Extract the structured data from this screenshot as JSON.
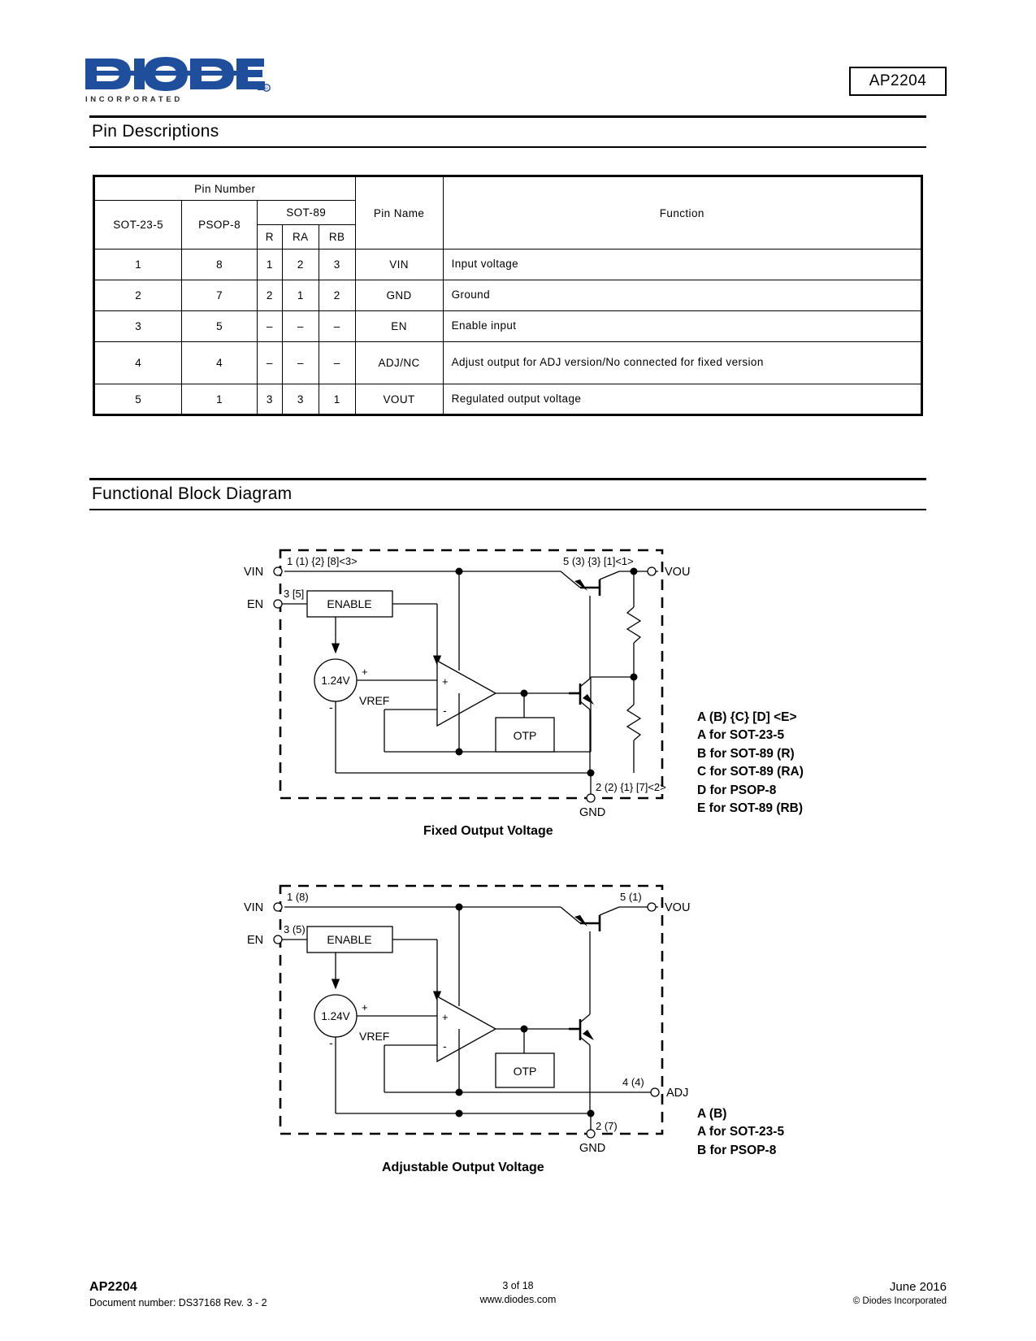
{
  "header": {
    "logo_text": "DIODES",
    "logo_sub": "I N C O R P O R A T E D",
    "part_number": "AP2204"
  },
  "sections": {
    "pin_descriptions_title": "Pin Descriptions",
    "functional_block_title": "Functional Block Diagram"
  },
  "pin_table": {
    "group_header": "Pin Number",
    "columns": {
      "sot235": "SOT-23-5",
      "psop8": "PSOP-8",
      "sot89": "SOT-89",
      "sot89_r": "R",
      "sot89_ra": "RA",
      "sot89_rb": "RB",
      "pin_name": "Pin Name",
      "function": "Function"
    },
    "rows": [
      {
        "sot235": "1",
        "psop8": "8",
        "r": "1",
        "ra": "2",
        "rb": "3",
        "name": "VIN",
        "function": "Input voltage"
      },
      {
        "sot235": "2",
        "psop8": "7",
        "r": "2",
        "ra": "1",
        "rb": "2",
        "name": "GND",
        "function": "Ground"
      },
      {
        "sot235": "3",
        "psop8": "5",
        "r": "–",
        "ra": "–",
        "rb": "–",
        "name": "EN",
        "function": "Enable input"
      },
      {
        "sot235": "4",
        "psop8": "4",
        "r": "–",
        "ra": "–",
        "rb": "–",
        "name": "ADJ/NC",
        "function": "Adjust output for ADJ version/No connected for fixed version"
      },
      {
        "sot235": "5",
        "psop8": "1",
        "r": "3",
        "ra": "3",
        "rb": "1",
        "name": "VOUT",
        "function": "Regulated output voltage"
      }
    ]
  },
  "diagram_fixed": {
    "caption": "Fixed Output Voltage",
    "pin_vin_label": "VIN",
    "pin_en_label": "EN",
    "pin_vout_label": "VOUT",
    "pin_gnd_label": "GND",
    "num_vin": "1 (1) {2} [8]<3>",
    "num_en": "3 [5]",
    "num_vout": "5 (3) {3} [1]<1>",
    "num_gnd": "2 (2) {1} [7]<2>",
    "block_enable": "ENABLE",
    "block_otp": "OTP",
    "vref_value": "1.24V",
    "vref_label": "VREF",
    "src_plus": "+",
    "src_minus": "-",
    "amp_plus": "+",
    "amp_minus": "-",
    "legend": [
      "A (B) {C} [D] <E>",
      "A for SOT-23-5",
      "B for SOT-89 (R)",
      "C for SOT-89 (RA)",
      "D for PSOP-8",
      "E for SOT-89 (RB)"
    ]
  },
  "diagram_adjustable": {
    "caption": "Adjustable Output Voltage",
    "pin_vin_label": "VIN",
    "pin_en_label": "EN",
    "pin_vout_label": "VOUT",
    "pin_gnd_label": "GND",
    "pin_adj_label": "ADJ",
    "num_vin": "1 (8)",
    "num_en": "3 (5)",
    "num_vout": "5 (1)",
    "num_gnd": "2 (7)",
    "num_adj": "4 (4)",
    "block_enable": "ENABLE",
    "block_otp": "OTP",
    "vref_value": "1.24V",
    "vref_label": "VREF",
    "src_plus": "+",
    "src_minus": "-",
    "amp_plus": "+",
    "amp_minus": "-",
    "legend": [
      "A (B)",
      "A for SOT-23-5",
      "B for PSOP-8"
    ]
  },
  "footer": {
    "part": "AP2204",
    "doc": "Document number: DS37168  Rev. 3 - 2",
    "page": "3 of 18",
    "site": "www.diodes.com",
    "date": "June 2016",
    "copyright": "© Diodes Incorporated"
  },
  "colors": {
    "logo_blue": "#1F4E9C",
    "line": "#000000"
  }
}
